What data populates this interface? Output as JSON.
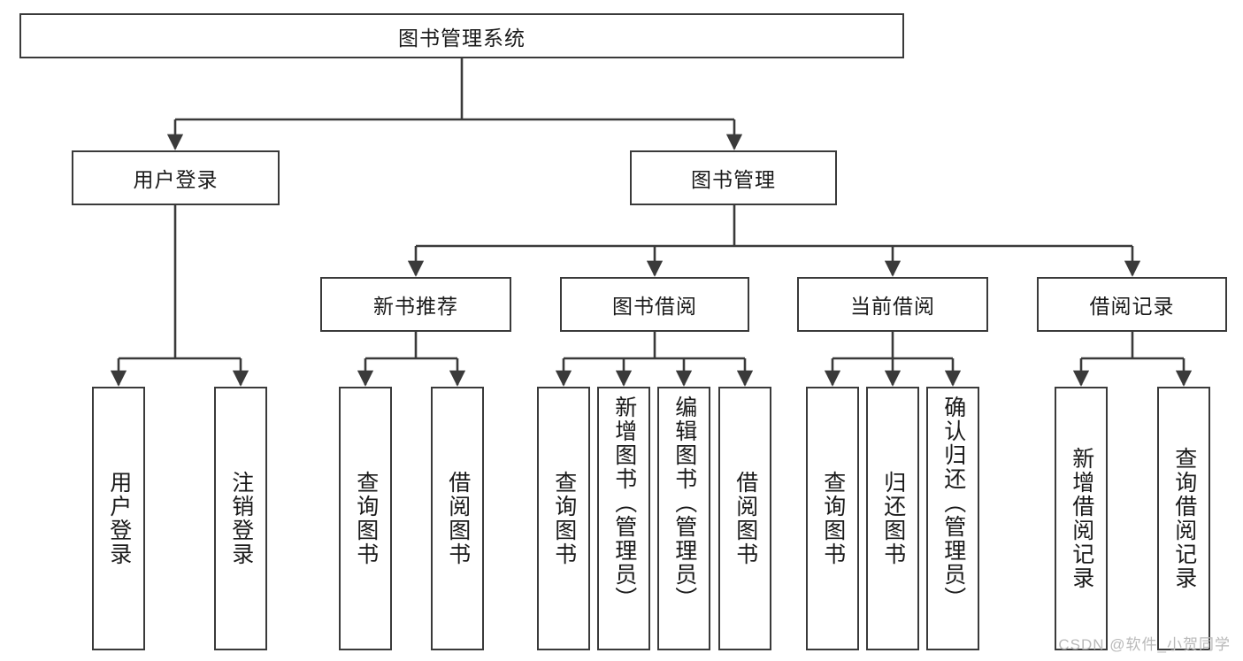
{
  "diagram": {
    "title": "图书管理系统",
    "type": "tree",
    "root": {
      "label": "图书管理系统"
    },
    "level1": [
      {
        "label": "用户登录"
      },
      {
        "label": "图书管理"
      }
    ],
    "level2": [
      {
        "label": "新书推荐"
      },
      {
        "label": "图书借阅"
      },
      {
        "label": "当前借阅"
      },
      {
        "label": "借阅记录"
      }
    ],
    "leaves": [
      {
        "label": "用户登录"
      },
      {
        "label": "注销登录"
      },
      {
        "label": "查询图书"
      },
      {
        "label": "借阅图书"
      },
      {
        "label": "查询图书"
      },
      {
        "label": "新增图书（管理员）"
      },
      {
        "label": "编辑图书（管理员）"
      },
      {
        "label": "借阅图书"
      },
      {
        "label": "查询图书"
      },
      {
        "label": "归还图书"
      },
      {
        "label": "确认归还（管理员）"
      },
      {
        "label": "新增借阅记录"
      },
      {
        "label": "查询借阅记录"
      }
    ]
  },
  "watermark": {
    "text": "CSDN @软件_小贺同学"
  },
  "colors": {
    "stroke": "#3a3a3a",
    "text": "#1a1a1a",
    "background": "#ffffff",
    "watermark": "#b9b9b9"
  }
}
